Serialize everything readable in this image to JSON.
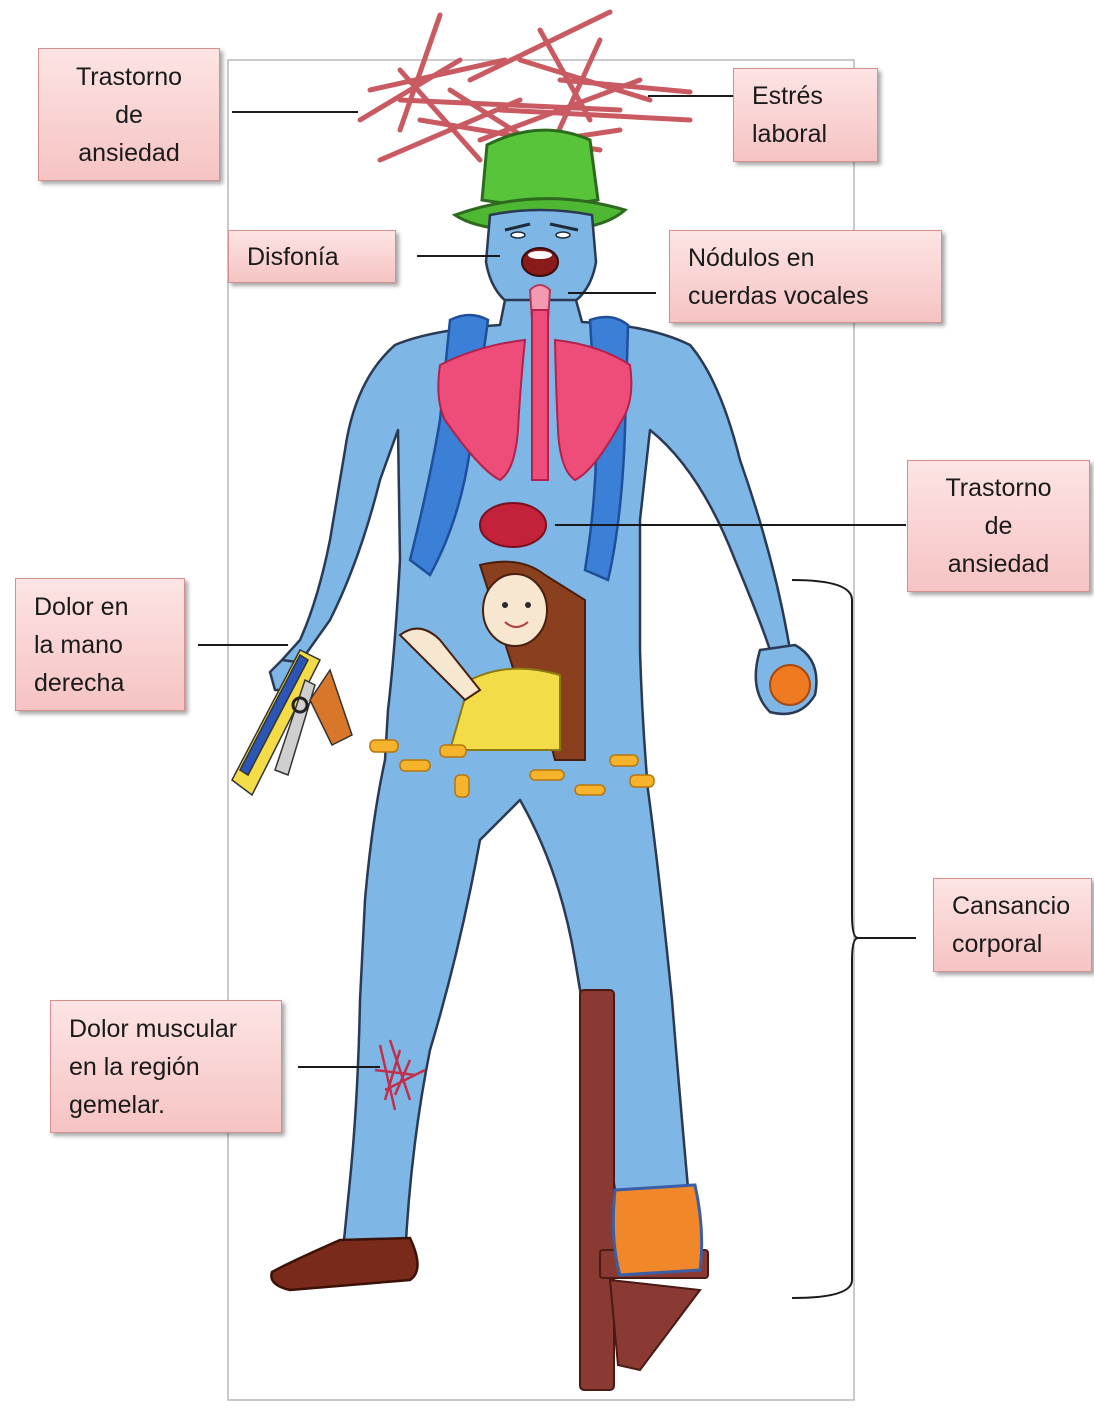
{
  "labels": {
    "anxiety_top": "Trastorno\nde\nansiedad",
    "work_stress": "Estrés\nlaboral",
    "dysphonia": "Disfonía",
    "vocal_nodules": "Nódulos en\ncuerdas vocales",
    "anxiety_middle": "Trastorno\nde\nansiedad",
    "right_hand_pain": "Dolor en\nla mano\nderecha",
    "body_fatigue": "Cansancio\ncorporal",
    "calf_pain": "Dolor muscular\nen la región\ngemelar."
  },
  "colors": {
    "label_fill_top": "#fde4e4",
    "label_fill_bottom": "#f6c3c3",
    "label_border": "#d48f8f",
    "skin": "#7eb6e6",
    "skin_outline": "#2a3a55",
    "hat": "#58c43a",
    "lungs": "#ee4d7a",
    "backpack": "#3b7fd6",
    "stress_sticks": "#c95a62",
    "shoe": "#7a2a1a",
    "chair": "#8a3a32",
    "girl_shirt": "#f3dc48",
    "girl_hair": "#8a3f1e",
    "pasta": "#f5b42c",
    "orange": "#f07a22",
    "boot": "#f0872a"
  },
  "icons": [
    "stress-sticks-icon",
    "hat-icon",
    "open-mouth-icon",
    "lungs-icon",
    "stomach-icon",
    "backpack-icon",
    "girl-icon",
    "pasta-icon",
    "school-supplies-icon",
    "orange-icon",
    "chair-icon",
    "boot-icon",
    "shoe-icon",
    "calf-scribble-icon",
    "bracket-icon"
  ]
}
